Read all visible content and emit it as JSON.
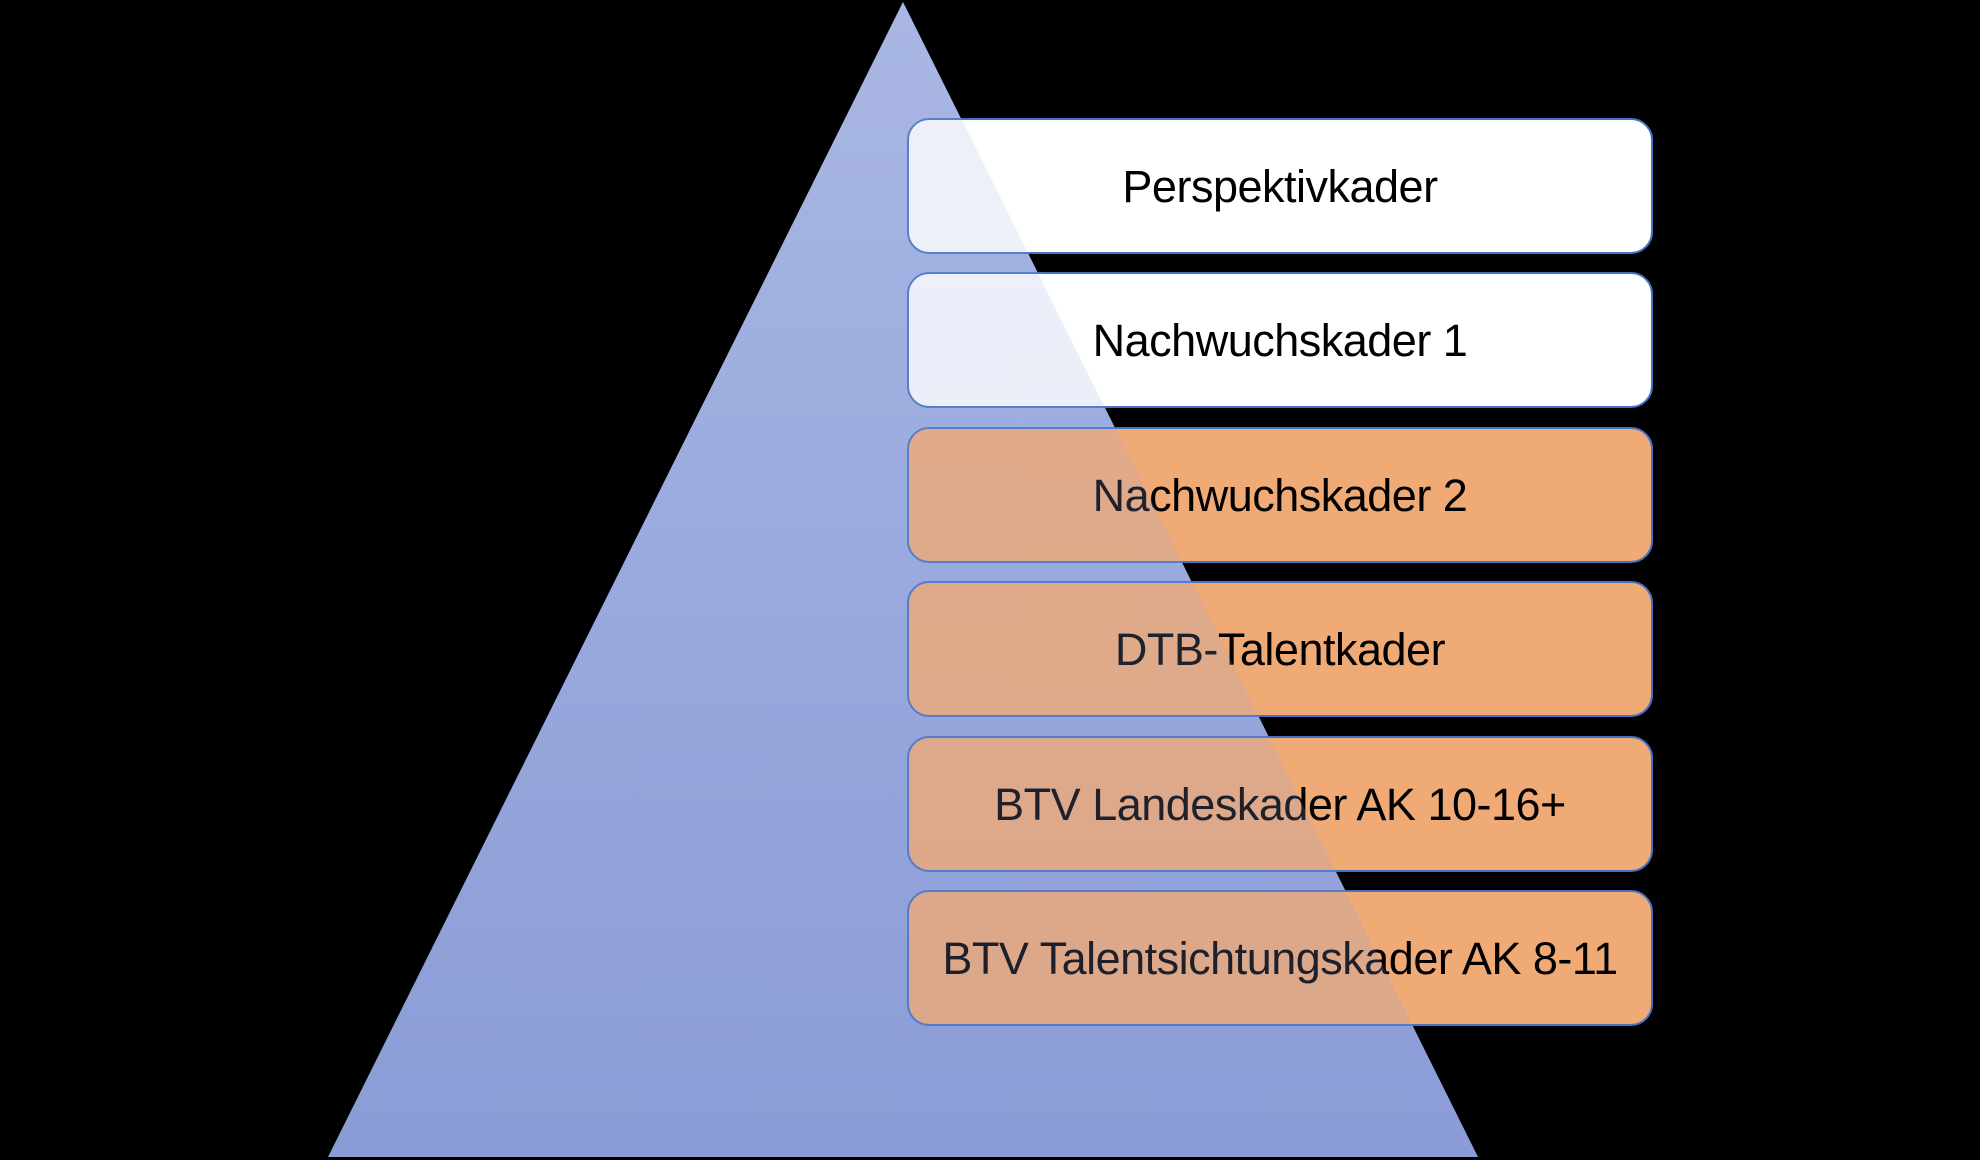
{
  "diagram": {
    "type": "pyramid-list",
    "background": "#000000",
    "pyramid": {
      "shape": "triangle",
      "gradient_top": "#aab7e4",
      "gradient_bottom": "#8a9cd6",
      "overlay_opacity": 0.2
    },
    "border_color": "#4472c4",
    "text_color": "#000000",
    "palette": {
      "white": "#ffffff",
      "orange": "#f0aa76"
    },
    "levels": [
      {
        "label": "Perspektivkader",
        "fill": "white"
      },
      {
        "label": "Nachwuchskader 1",
        "fill": "white"
      },
      {
        "label": "Nachwuchskader 2",
        "fill": "orange"
      },
      {
        "label": "DTB-Talentkader",
        "fill": "orange"
      },
      {
        "label": "BTV Landeskader AK 10-16+",
        "fill": "orange"
      },
      {
        "label": "BTV Talentsichtungskader AK 8-11",
        "fill": "orange"
      }
    ]
  }
}
